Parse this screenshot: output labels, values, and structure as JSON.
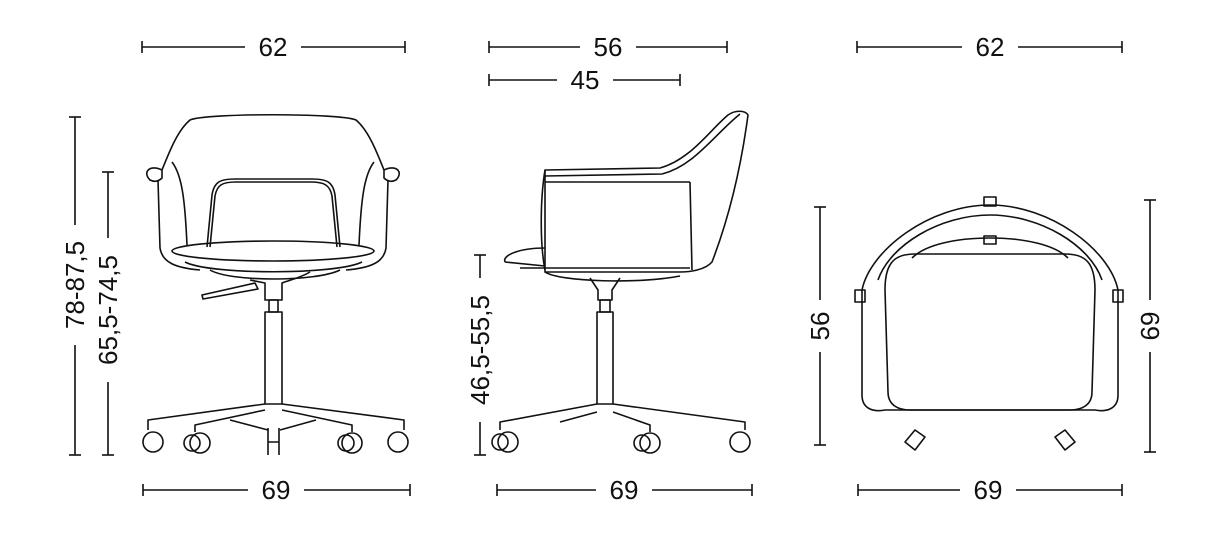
{
  "title": "Swivel armchair dimension drawing",
  "views": {
    "front": {
      "width_top": "62",
      "width_base": "69",
      "height_total": "78-87,5",
      "height_arm": "65,5-74,5"
    },
    "side": {
      "depth_total": "56",
      "depth_seat": "45",
      "depth_base": "69",
      "height_seat": "46,5-55,5"
    },
    "top": {
      "width_top": "62",
      "width_base": "69",
      "depth_left": "56",
      "depth_right": "69"
    }
  },
  "colors": {
    "line": "#111111",
    "background": "#ffffff"
  }
}
